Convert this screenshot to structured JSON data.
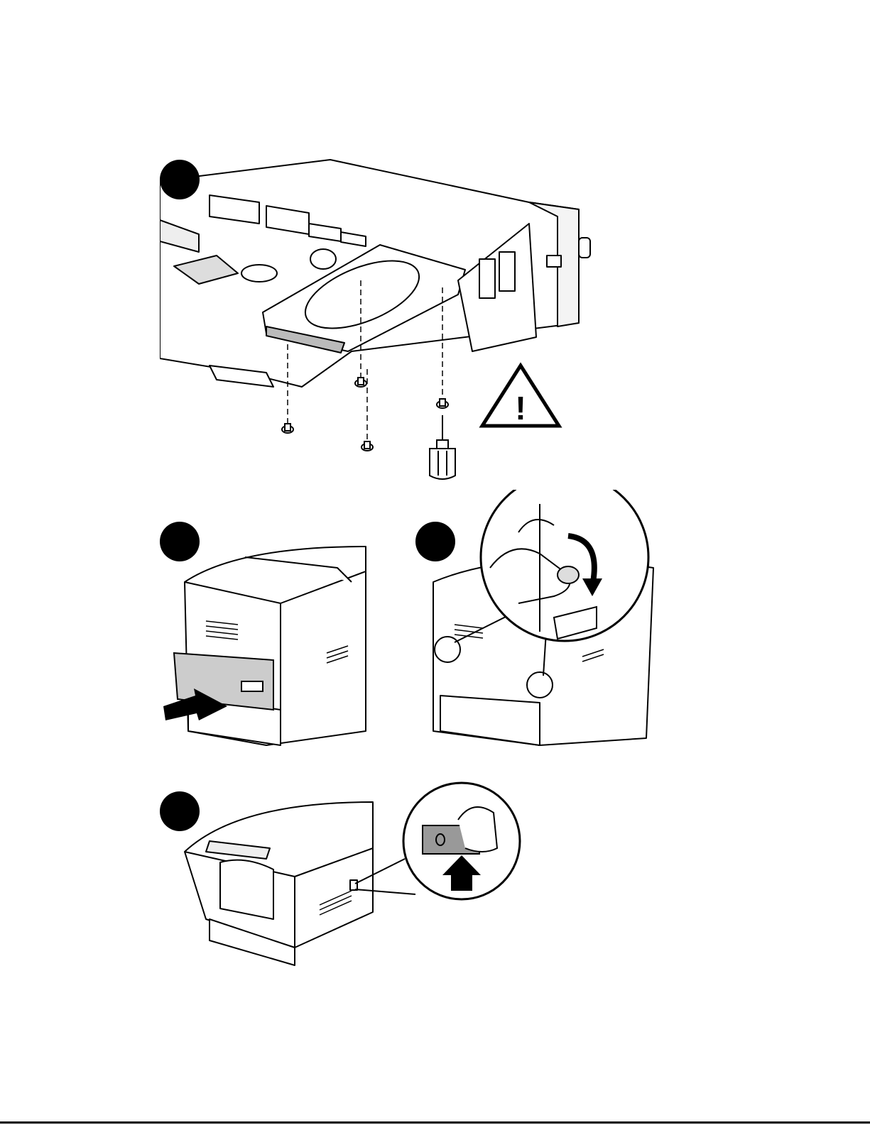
{
  "document": {
    "type": "illustrated-installation-steps",
    "steps": [
      {
        "id": "1",
        "icon": "install-hard-drive-illustration",
        "shows": [
          "hard-drive",
          "mounting-screws",
          "screwdriver",
          "warning-triangle-icon"
        ]
      },
      {
        "id": "2",
        "icon": "insert-board-illustration",
        "shows": [
          "printer-rear",
          "controller-board",
          "insert-arrow-icon"
        ]
      },
      {
        "id": "3",
        "icon": "tighten-thumbscrews-illustration",
        "shows": [
          "printer-rear",
          "thumbscrew-callout",
          "rotate-arrow-icon"
        ]
      },
      {
        "id": "4",
        "icon": "power-on-illustration",
        "shows": [
          "printer-front",
          "power-switch-callout",
          "up-arrow-icon"
        ]
      }
    ],
    "warning_glyph": "!",
    "colors": {
      "ink": "#000000",
      "paper": "#ffffff",
      "shade": "#bbbbbb"
    }
  }
}
